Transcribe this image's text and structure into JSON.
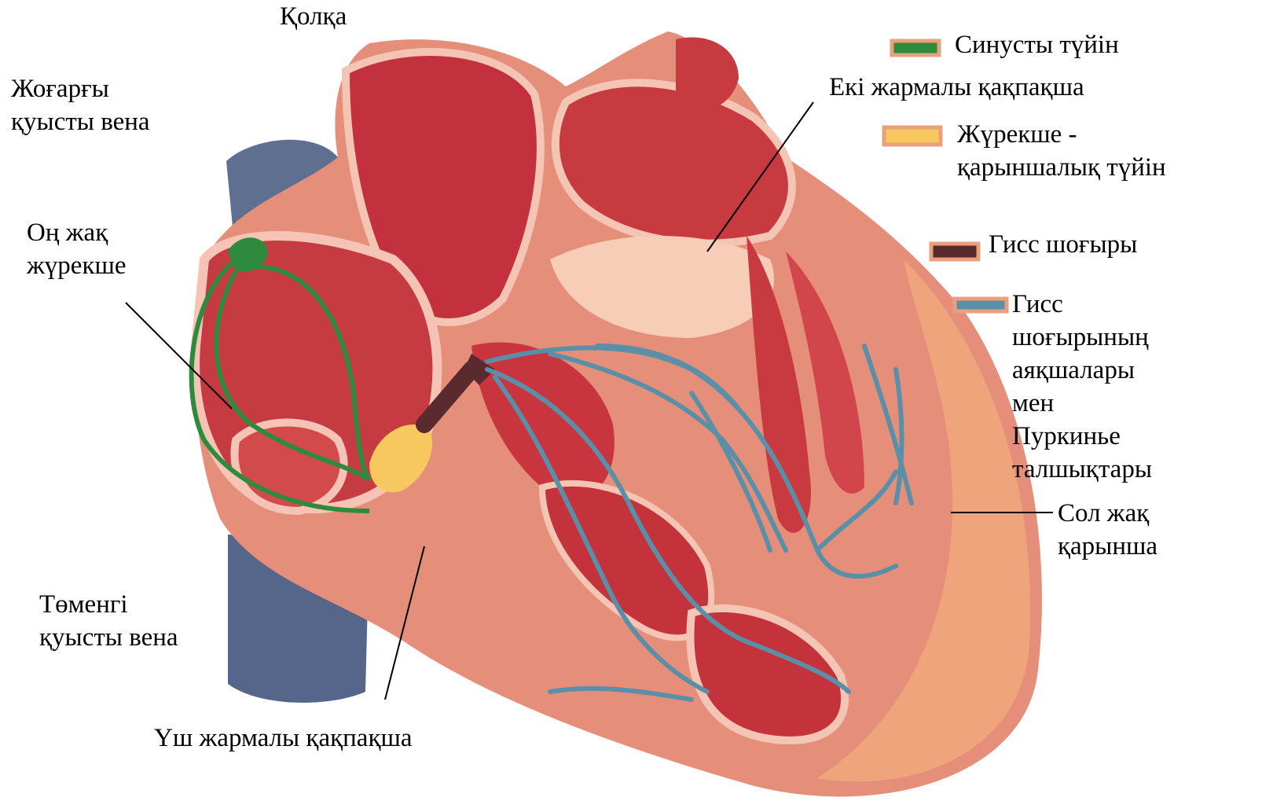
{
  "labels": {
    "aorta": "Қолқа",
    "superior_vena_cava": [
      "Жоғарғы",
      "қуысты вена"
    ],
    "right_atrium": [
      "Оң жақ",
      "жүрекше"
    ],
    "inferior_vena_cava": [
      "Төменгі",
      "қуысты вена"
    ],
    "tricuspid_valve": "Үш жармалы қақпақша",
    "mitral_valve": "Екі жармалы қақпақша",
    "left_ventricle": [
      "Сол жақ",
      "қарынша"
    ]
  },
  "legend": [
    {
      "color": "#2e8b3e",
      "text": [
        "Синусты түйін"
      ]
    },
    {
      "color": "#f6c85f",
      "text": [
        "Жүрекше -",
        "қарыншалық түйін"
      ]
    },
    {
      "color": "#5a2a2e",
      "text": [
        "Гисс шоғыры"
      ]
    },
    {
      "color": "#5b8fa8",
      "text": [
        "Гисс",
        "шоғырының",
        "аяқшалары",
        "мен",
        "Пуркинье",
        "талшықтары"
      ]
    }
  ]
}
